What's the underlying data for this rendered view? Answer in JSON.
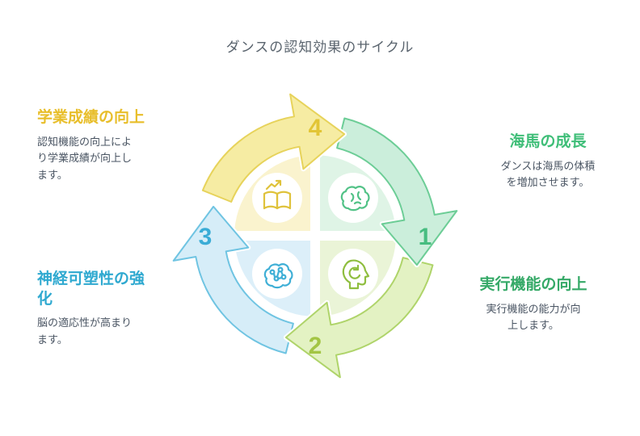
{
  "title": "ダンスの認知効果のサイクル",
  "diagram": {
    "type": "cycle",
    "direction": "clockwise",
    "steps": [
      {
        "number": "1",
        "heading": "海馬の成長",
        "body": "ダンスは海馬の体積\nを増加させます。",
        "accent_color": "#47bd80",
        "icon": "brain-icon"
      },
      {
        "number": "2",
        "heading": "実行機能の向上",
        "body": "実行機能の能力が向\n上します。",
        "accent_color": "#a3c544",
        "icon": "head-refresh-icon"
      },
      {
        "number": "3",
        "heading": "神経可塑性の強\n化",
        "body": "脳の適応性が高まり\nます。",
        "accent_color": "#3aacd6",
        "icon": "neural-network-icon"
      },
      {
        "number": "4",
        "heading": "学業成績の向上",
        "body": "認知機能の向上によ\nり学業成績が向上し\nます。",
        "accent_color": "#e2c535",
        "icon": "book-trend-icon"
      }
    ],
    "arrow_colors": {
      "yellow_fill": "#f6eca3",
      "green_fill": "#cbeedb",
      "lightgreen_fill": "#e3f2c3",
      "blue_fill": "#d6edf8"
    },
    "quadrant_fills": {
      "top_left": "#faf3ce",
      "top_right": "#dff4e6",
      "bottom_left": "#dceff9",
      "bottom_right": "#eaf4d7"
    }
  }
}
